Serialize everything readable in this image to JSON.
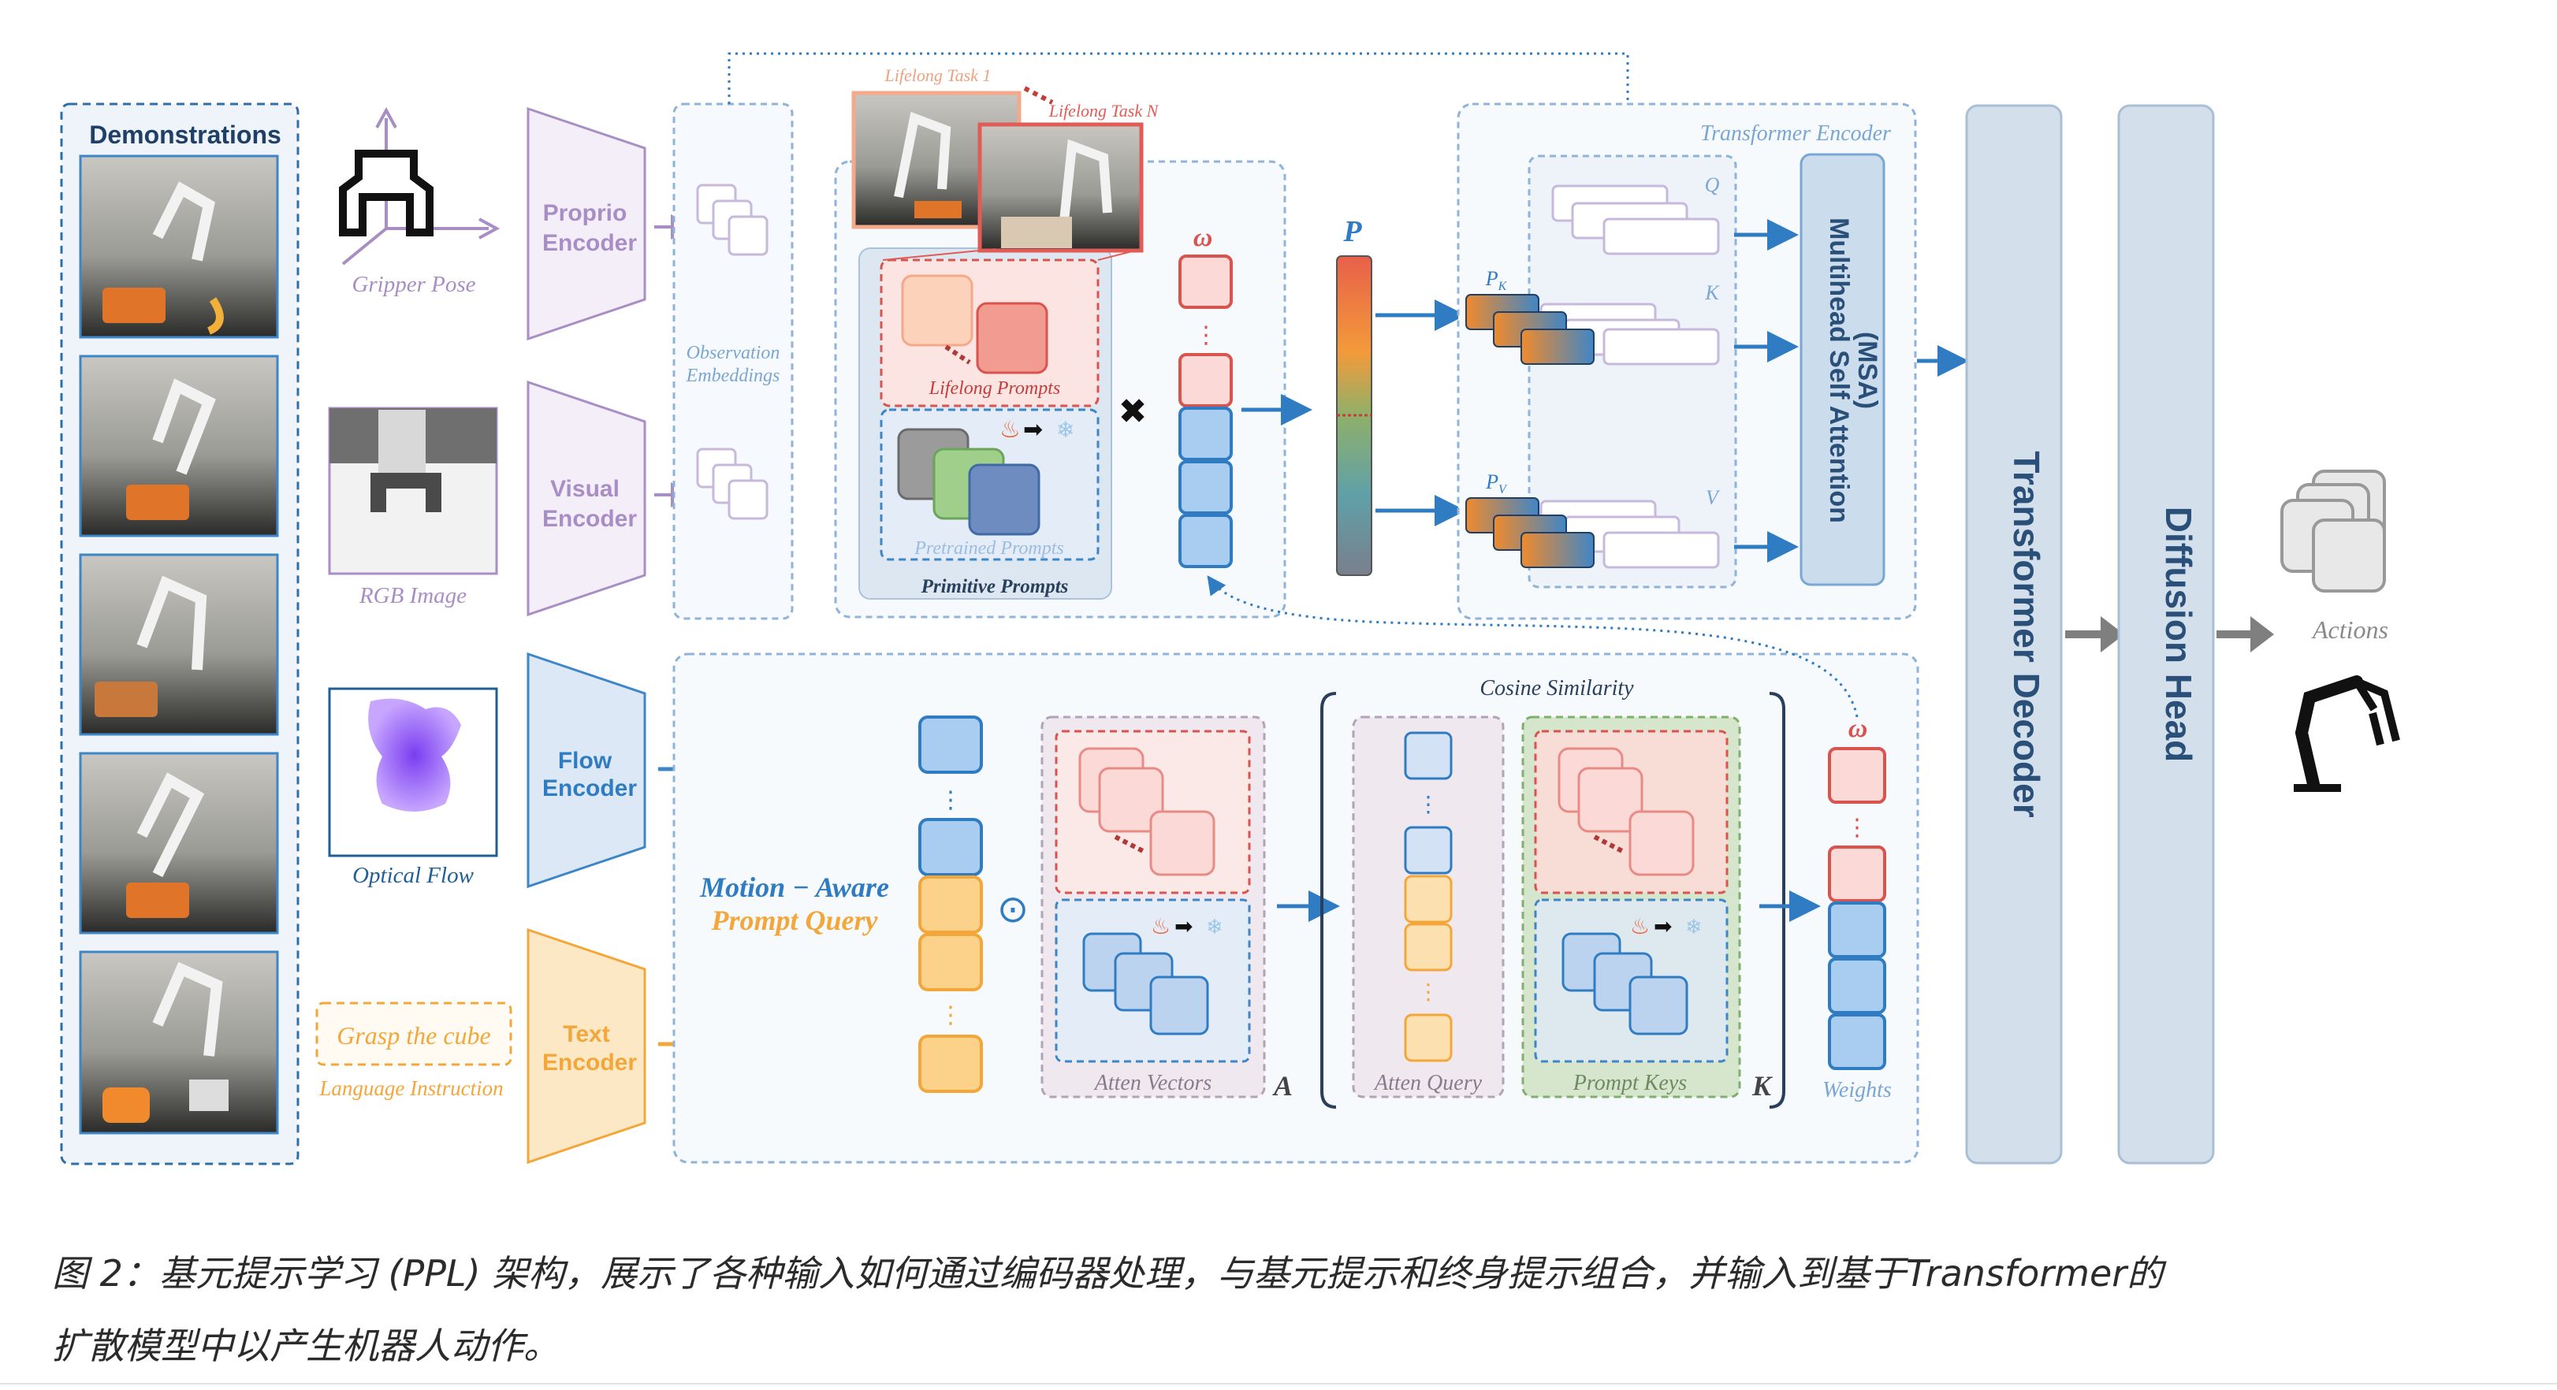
{
  "demonstrations": {
    "title": "Demonstrations"
  },
  "inputs": {
    "gripper_pose": "Gripper Pose",
    "rgb_image": "RGB Image",
    "optical_flow": "Optical Flow",
    "language_text": "Grasp the cube",
    "language_instruction": "Language Instruction"
  },
  "encoders": {
    "proprio": [
      "Proprio",
      "Encoder"
    ],
    "visual": [
      "Visual",
      "Encoder"
    ],
    "flow": [
      "Flow",
      "Encoder"
    ],
    "text": [
      "Text",
      "Encoder"
    ]
  },
  "observation_embeddings": [
    "Observation",
    "Embeddings"
  ],
  "prompts": {
    "lifelong_task_1": "Lifelong Task  1",
    "lifelong_task_n": "Lifelong Task N",
    "lifelong_prompts": "Lifelong Prompts",
    "pretrained_prompts": "Pretrained Prompts",
    "primitive_prompts": "Primitive Prompts",
    "omega": "ω",
    "p": "P",
    "p_k": "P",
    "p_k_sub": "K",
    "p_v": "P",
    "p_v_sub": "V",
    "q": "Q",
    "k": "K",
    "v": "V",
    "dots": "⋮"
  },
  "transformer_encoder": {
    "title": "Transformer Encoder",
    "msa": [
      "Multihead Self Attention",
      "(MSA)"
    ]
  },
  "transformer_decoder": "Transformer Decoder",
  "diffusion_head": "Diffusion Head",
  "actions": "Actions",
  "motion_aware": [
    "Motion − Aware",
    "Prompt Query"
  ],
  "odot": "⊙",
  "atten_vectors": "Atten Vectors",
  "atten_query": "Atten Query",
  "prompt_keys": "Prompt Keys",
  "cosine_similarity": "Cosine Similarity",
  "letter_a": "A",
  "letter_k": "K",
  "weights": "Weights",
  "caption": [
    "图 2：基元提示学习 (PPL) 架构，展示了各种输入如何通过编码器处理，与基元提示和终身提示组合，并输入到基于Transformer的",
    "扩散模型中以产生机器人动作。"
  ],
  "colors": {
    "purple": "#a98ec6",
    "blue": "#3f86c6",
    "orange": "#f3a73a",
    "red": "#d9534f",
    "gray_bar": "#cfd9e4",
    "green": "#cfe3c3"
  }
}
